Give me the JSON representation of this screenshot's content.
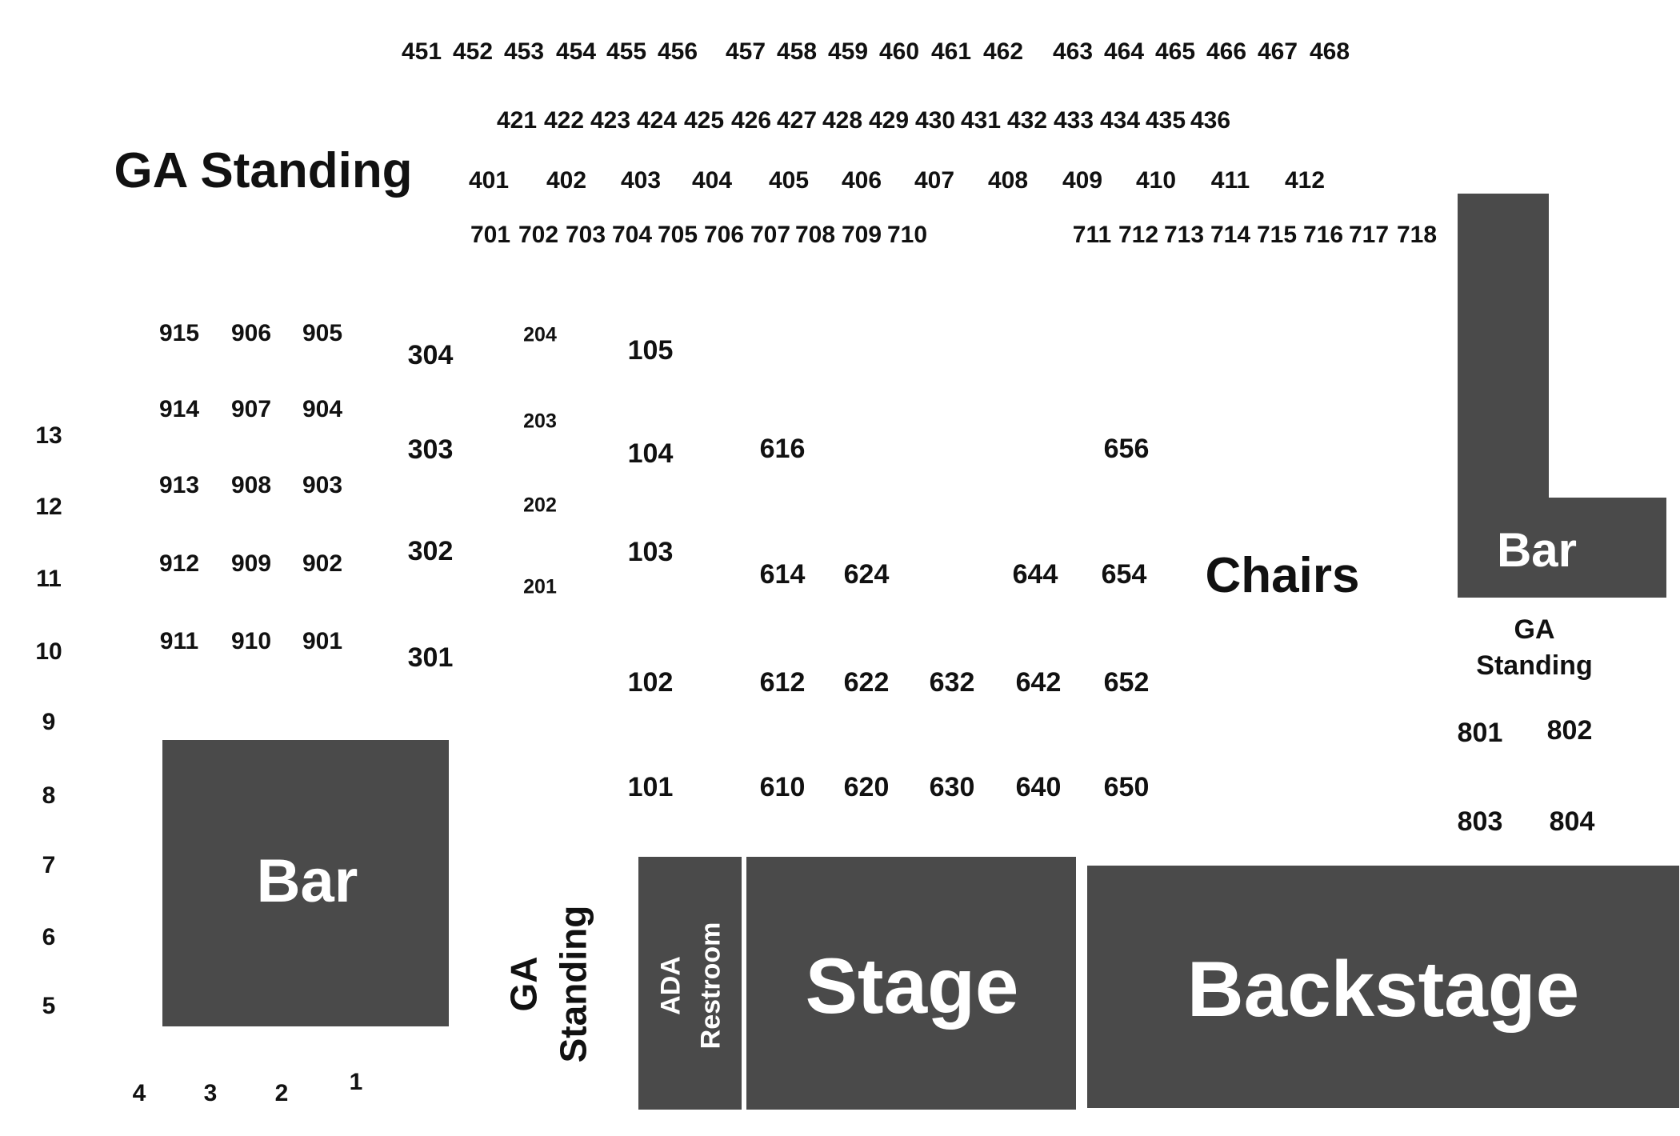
{
  "colors": {
    "block": "#4a4a4a",
    "text": "#111111",
    "block_text": "#ffffff"
  },
  "area_labels": {
    "ga_standing_top": "GA Standing",
    "ga_standing_right_1": "GA",
    "ga_standing_right_2": "Standing",
    "ga_standing_bottom_1": "GA",
    "ga_standing_bottom_2": "Standing",
    "chairs": "Chairs",
    "bar_left": "Bar",
    "bar_right": "Bar",
    "ada_1": "ADA",
    "ada_2": "Restroom",
    "stage": "Stage",
    "backstage": "Backstage"
  },
  "sections": {
    "row_450": [
      "451",
      "452",
      "453",
      "454",
      "455",
      "456",
      "457",
      "458",
      "459",
      "460",
      "461",
      "462",
      "463",
      "464",
      "465",
      "466",
      "467",
      "468"
    ],
    "row_420": [
      "421",
      "422",
      "423",
      "424",
      "425",
      "426",
      "427",
      "428",
      "429",
      "430",
      "431",
      "432",
      "433",
      "434",
      "435",
      "436"
    ],
    "row_400": [
      "401",
      "402",
      "403",
      "404",
      "405",
      "406",
      "407",
      "408",
      "409",
      "410",
      "411",
      "412"
    ],
    "row_700": [
      "701",
      "702",
      "703",
      "704",
      "705",
      "706",
      "707",
      "708",
      "709",
      "710",
      "711",
      "712",
      "713",
      "714",
      "715",
      "716",
      "717",
      "718"
    ],
    "col_900": [
      "915",
      "906",
      "905",
      "914",
      "907",
      "904",
      "913",
      "908",
      "903",
      "912",
      "909",
      "902",
      "911",
      "910",
      "901"
    ],
    "col_300": [
      "304",
      "303",
      "302",
      "301"
    ],
    "col_200": [
      "204",
      "203",
      "202",
      "201"
    ],
    "col_100": [
      "105",
      "104",
      "103",
      "102",
      "101"
    ],
    "floor_600": [
      "616",
      "656",
      "614",
      "624",
      "644",
      "654",
      "612",
      "622",
      "632",
      "642",
      "652",
      "610",
      "620",
      "630",
      "640",
      "650"
    ],
    "left_numbers": [
      "13",
      "12",
      "11",
      "10",
      "9",
      "8",
      "7",
      "6",
      "5"
    ],
    "bottom_numbers": [
      "4",
      "3",
      "2",
      "1"
    ],
    "col_800": [
      "801",
      "802",
      "803",
      "804"
    ]
  }
}
